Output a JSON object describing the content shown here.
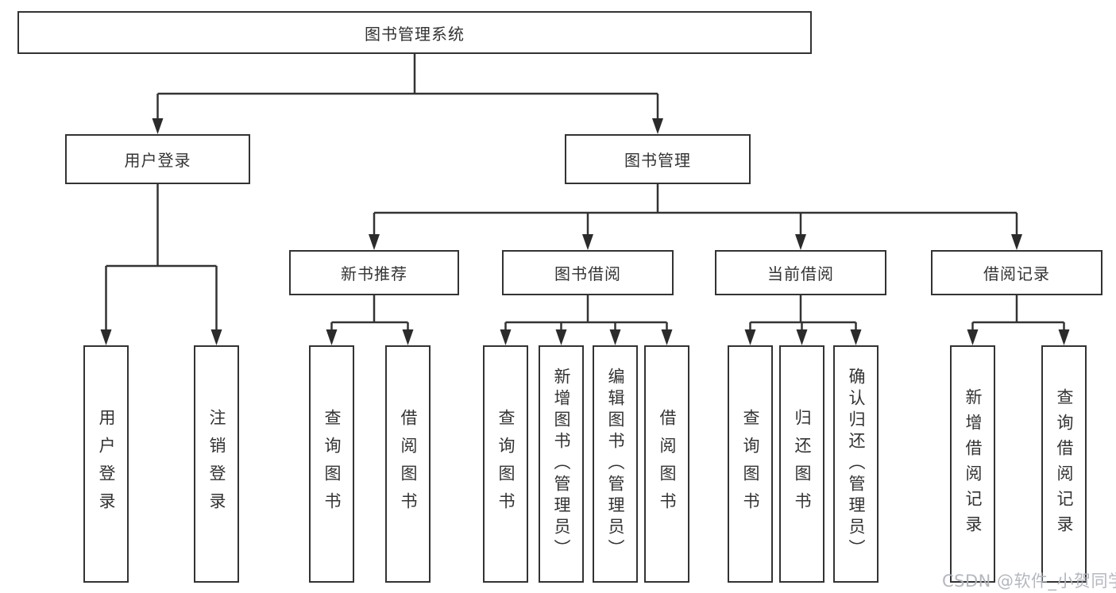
{
  "diagram": {
    "title": "图书管理系统",
    "nodes": {
      "root": {
        "label": "图书管理系统"
      },
      "level2": [
        {
          "label": "用户登录"
        },
        {
          "label": "图书管理"
        }
      ],
      "level3": [
        {
          "label": "新书推荐",
          "parent": "图书管理"
        },
        {
          "label": "图书借阅",
          "parent": "图书管理"
        },
        {
          "label": "当前借阅",
          "parent": "图书管理"
        },
        {
          "label": "借阅记录",
          "parent": "图书管理"
        }
      ],
      "leaves": [
        {
          "label": "用户登录",
          "parent": "用户登录"
        },
        {
          "label": "注销登录",
          "parent": "用户登录"
        },
        {
          "label": "查询图书",
          "parent": "新书推荐"
        },
        {
          "label": "借阅图书",
          "parent": "新书推荐"
        },
        {
          "label": "查询图书",
          "parent": "图书借阅"
        },
        {
          "label": "新增图书（管理员）",
          "parent": "图书借阅"
        },
        {
          "label": "编辑图书（管理员）",
          "parent": "图书借阅"
        },
        {
          "label": "借阅图书",
          "parent": "图书借阅"
        },
        {
          "label": "查询图书",
          "parent": "当前借阅"
        },
        {
          "label": "归还图书",
          "parent": "当前借阅"
        },
        {
          "label": "确认归还（管理员）",
          "parent": "当前借阅"
        },
        {
          "label": "新增借阅记录",
          "parent": "借阅记录"
        },
        {
          "label": "查询借阅记录",
          "parent": "借阅记录"
        }
      ]
    }
  },
  "watermark": {
    "text": "CSDN @软件_小贺同学"
  },
  "colors": {
    "line": "#333333",
    "arrow": "#2b2b2b",
    "box_border": "#333333",
    "box_background": "#ffffff",
    "text": "#333333",
    "watermark": "#b4b8bc"
  }
}
